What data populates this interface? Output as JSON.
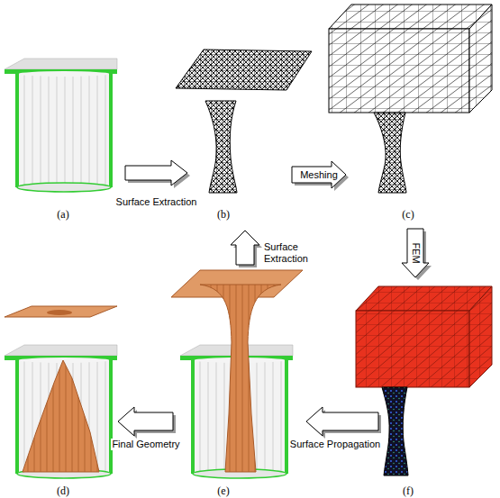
{
  "diagram": {
    "nodes": [
      {
        "text": [
          "(a)"
        ]
      },
      {
        "text": [
          "(b)"
        ]
      },
      {
        "text": [
          "(c)"
        ]
      },
      {
        "text": [
          "(d)"
        ]
      },
      {
        "text": [
          "(e)"
        ]
      },
      {
        "text": [
          "(f)"
        ]
      }
    ],
    "edges": [
      {
        "from": 0,
        "to": 1,
        "arrow": "to",
        "label": "Surface Extraction"
      },
      {
        "from": 1,
        "to": 2,
        "arrow": "to",
        "label": "Meshing"
      },
      {
        "from": 2,
        "to": 5,
        "arrow": "to",
        "label": "FEM"
      },
      {
        "from": 5,
        "to": 4,
        "arrow": "to",
        "label": "Surface Propagation"
      },
      {
        "from": 4,
        "to": 1,
        "arrow": "to",
        "label": "Surface Extraction"
      },
      {
        "from": 4,
        "to": 3,
        "arrow": "to",
        "label": "Final Geometry"
      }
    ]
  }
}
